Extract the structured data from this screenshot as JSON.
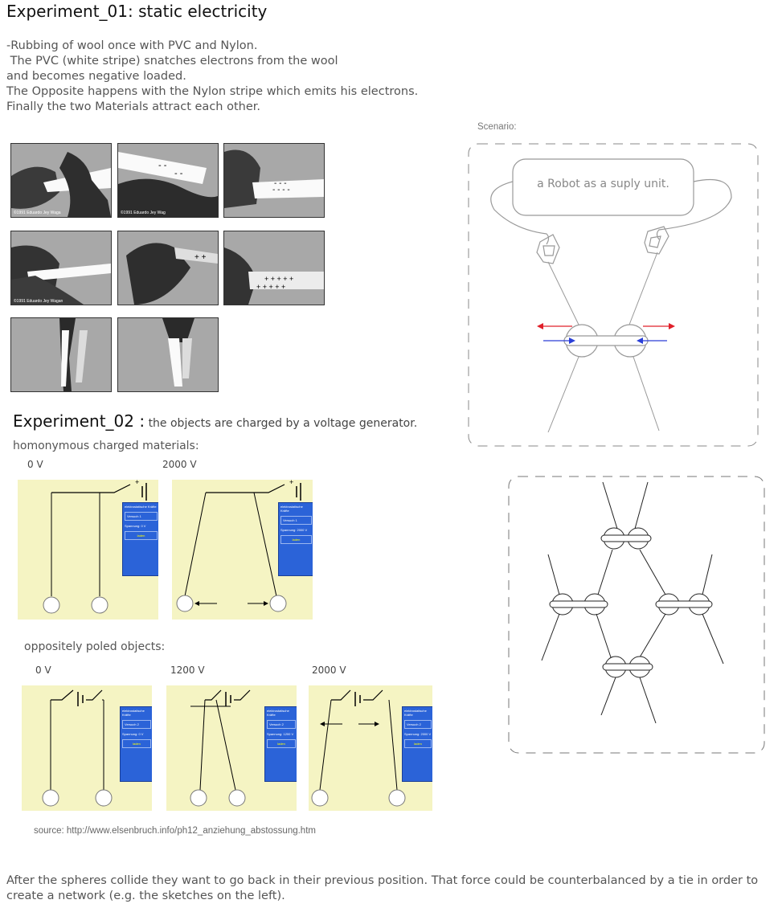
{
  "experiment1": {
    "title": "Experiment_01: static electricity",
    "lines": [
      "-Rubbing of wool once with PVC and Nylon.",
      " The PVC (white stripe) snatches electrons from the wool",
      "and becomes negative loaded.",
      "The Opposite happens with the Nylon stripe which emits his electrons.",
      "Finally the two Materials attract each other."
    ],
    "photo_captions": [
      "©1991 Eduardo Jey Waga",
      "©1991 Eduardo Jey Wag",
      "©1991 Eduardo Jey Wagan"
    ]
  },
  "experiment2": {
    "title": "Experiment_02 :",
    "subtitle": "the objects are charged by a voltage generator.",
    "homonymous_label": "homonymous charged materials:",
    "homonymous_voltages": [
      "0 V",
      "2000 V"
    ],
    "opposite_label": "oppositely poled objects:",
    "opposite_voltages": [
      "0 V",
      "1200 V",
      "2000 V"
    ],
    "panel": {
      "title": "elektrostatische Kräfte",
      "versuch": "Versuch 1",
      "versuch2": "Versuch 2",
      "spannung_labels": [
        "Spannung: 0 V",
        "Spannung: 2000 V",
        "Spannung: 0 V",
        "Spannung: 1200 V",
        "Spannung: 2000 V"
      ],
      "button": "laden"
    }
  },
  "source": "source:  http://www.elsenbruch.info/ph12_anziehung_abstossung.htm",
  "scenario": {
    "label": "Scenario:",
    "robot_text": "a Robot as a suply unit."
  },
  "conclusion": "After the spheres collide they want to go back in their previous position. That force could be counterbalanced by a tie in order to create a network (e.g. the sketches on the left).",
  "colors": {
    "sim_bg": "#f5f4c3",
    "panel_blue": "#2b63d8",
    "arrow_red": "#e0202a",
    "arrow_blue": "#2a3fd8"
  }
}
